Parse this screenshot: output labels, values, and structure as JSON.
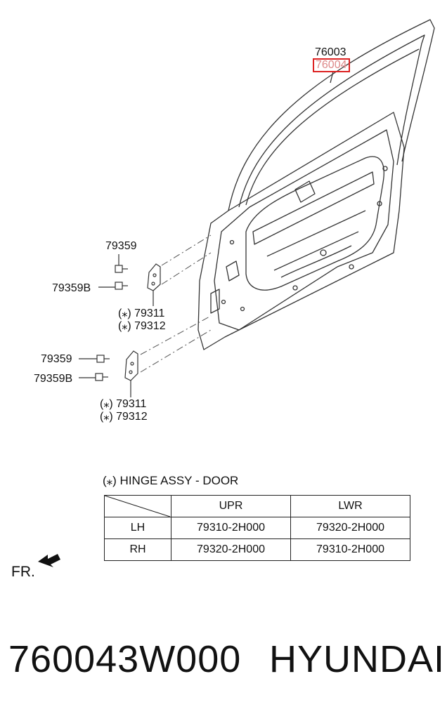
{
  "callouts": {
    "door_panel_a": "76003",
    "door_panel_b": "76004",
    "upper_bolt": "79359",
    "upper_bolt_b": "79359B",
    "upper_hinge_1": "(⁎) 79311",
    "upper_hinge_2": "(⁎) 79312",
    "lower_bolt": "79359",
    "lower_bolt_b": "79359B",
    "lower_hinge_1": "(⁎) 79311",
    "lower_hinge_2": "(⁎) 79312"
  },
  "table": {
    "title": "(⁎) HINGE ASSY - DOOR",
    "columns": [
      "UPR",
      "LWR"
    ],
    "rows": [
      {
        "side": "LH",
        "upr": "79310-2H000",
        "lwr": "79320-2H000"
      },
      {
        "side": "RH",
        "upr": "79320-2H000",
        "lwr": "79310-2H000"
      }
    ]
  },
  "fr_label": "FR.",
  "footer": {
    "part_number": "760043W000",
    "brand": "HYUNDAI"
  },
  "colors": {
    "highlight_border": "#d22222"
  }
}
